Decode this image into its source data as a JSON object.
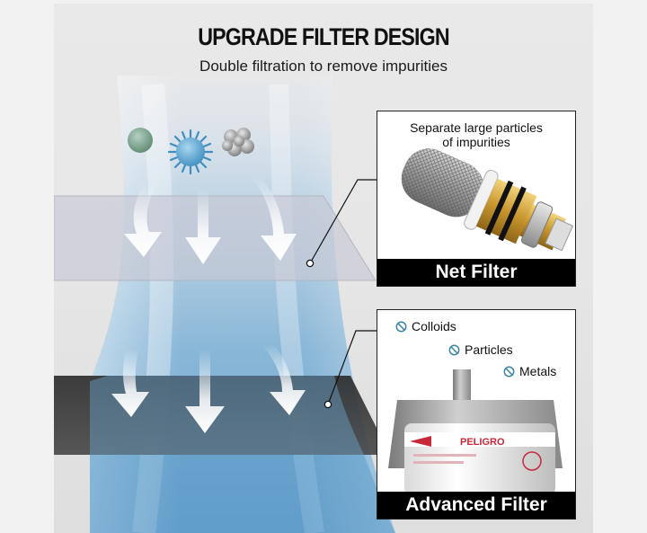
{
  "header": {
    "title": "UPGRADE FILTER DESIGN",
    "subtitle": "Double filtration to remove impurities"
  },
  "net_filter": {
    "description_line1": "Separate large particles",
    "description_line2": "of impurities",
    "caption": "Net Filter"
  },
  "advanced_filter": {
    "features": [
      "Colloids",
      "Particles",
      "Metals"
    ],
    "brand_text_1": "PELIGRO",
    "caption": "Advanced Filter"
  },
  "colors": {
    "stream": "#6fa8cf",
    "net_layer": "#c9c9d3",
    "advanced_layer": "#3d3d3d",
    "feature_icon": "#3a86a6",
    "brand_red": "#c8283a"
  }
}
